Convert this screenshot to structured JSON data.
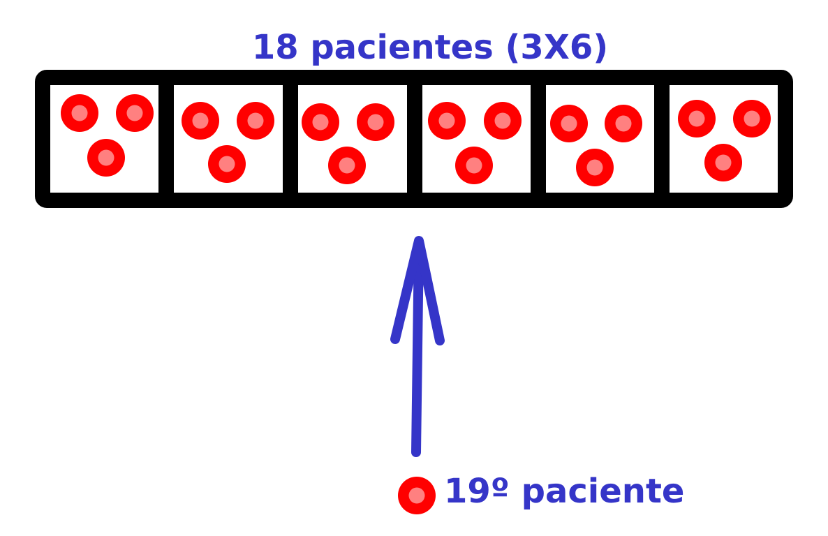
{
  "title": "18 pacientes (3X6)",
  "groups": [
    {
      "patients": 3
    },
    {
      "patients": 3
    },
    {
      "patients": 3
    },
    {
      "patients": 3
    },
    {
      "patients": 3
    },
    {
      "patients": 3
    }
  ],
  "next_patient_label": "19º paciente",
  "colors": {
    "text": "#3535c8",
    "arrow": "#3535c8",
    "frame": "#000000",
    "patient_outer": "#ff0000",
    "patient_inner": "#ff8080"
  }
}
